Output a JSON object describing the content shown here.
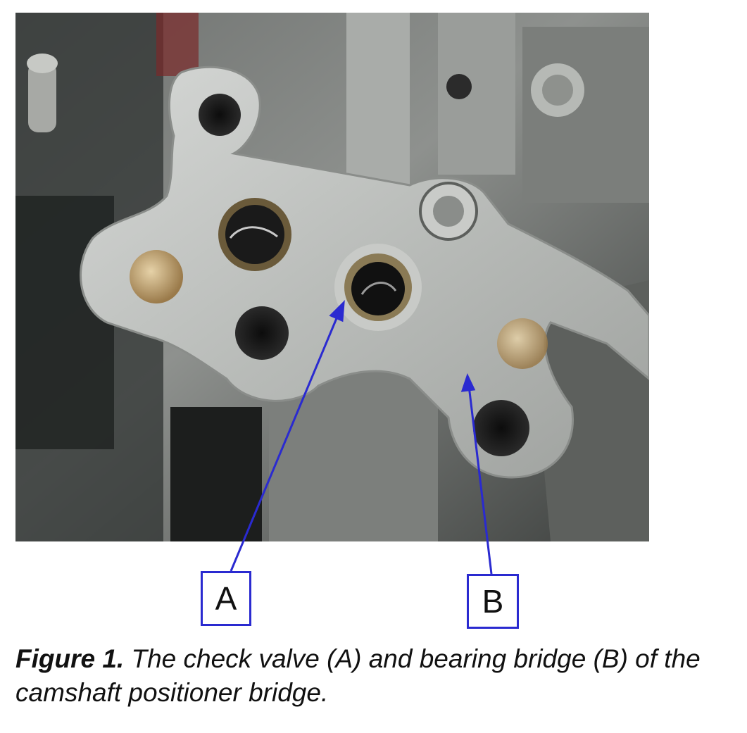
{
  "callouts": [
    {
      "id": "A",
      "label": "A"
    },
    {
      "id": "B",
      "label": "B"
    }
  ],
  "caption": {
    "figure_label": "Figure 1.",
    "text": " The check valve (A) and bearing bridge (B) of the camshaft positioner bridge."
  },
  "colors": {
    "callout": "#2a2ad0",
    "background": "#ffffff",
    "text": "#111111"
  }
}
